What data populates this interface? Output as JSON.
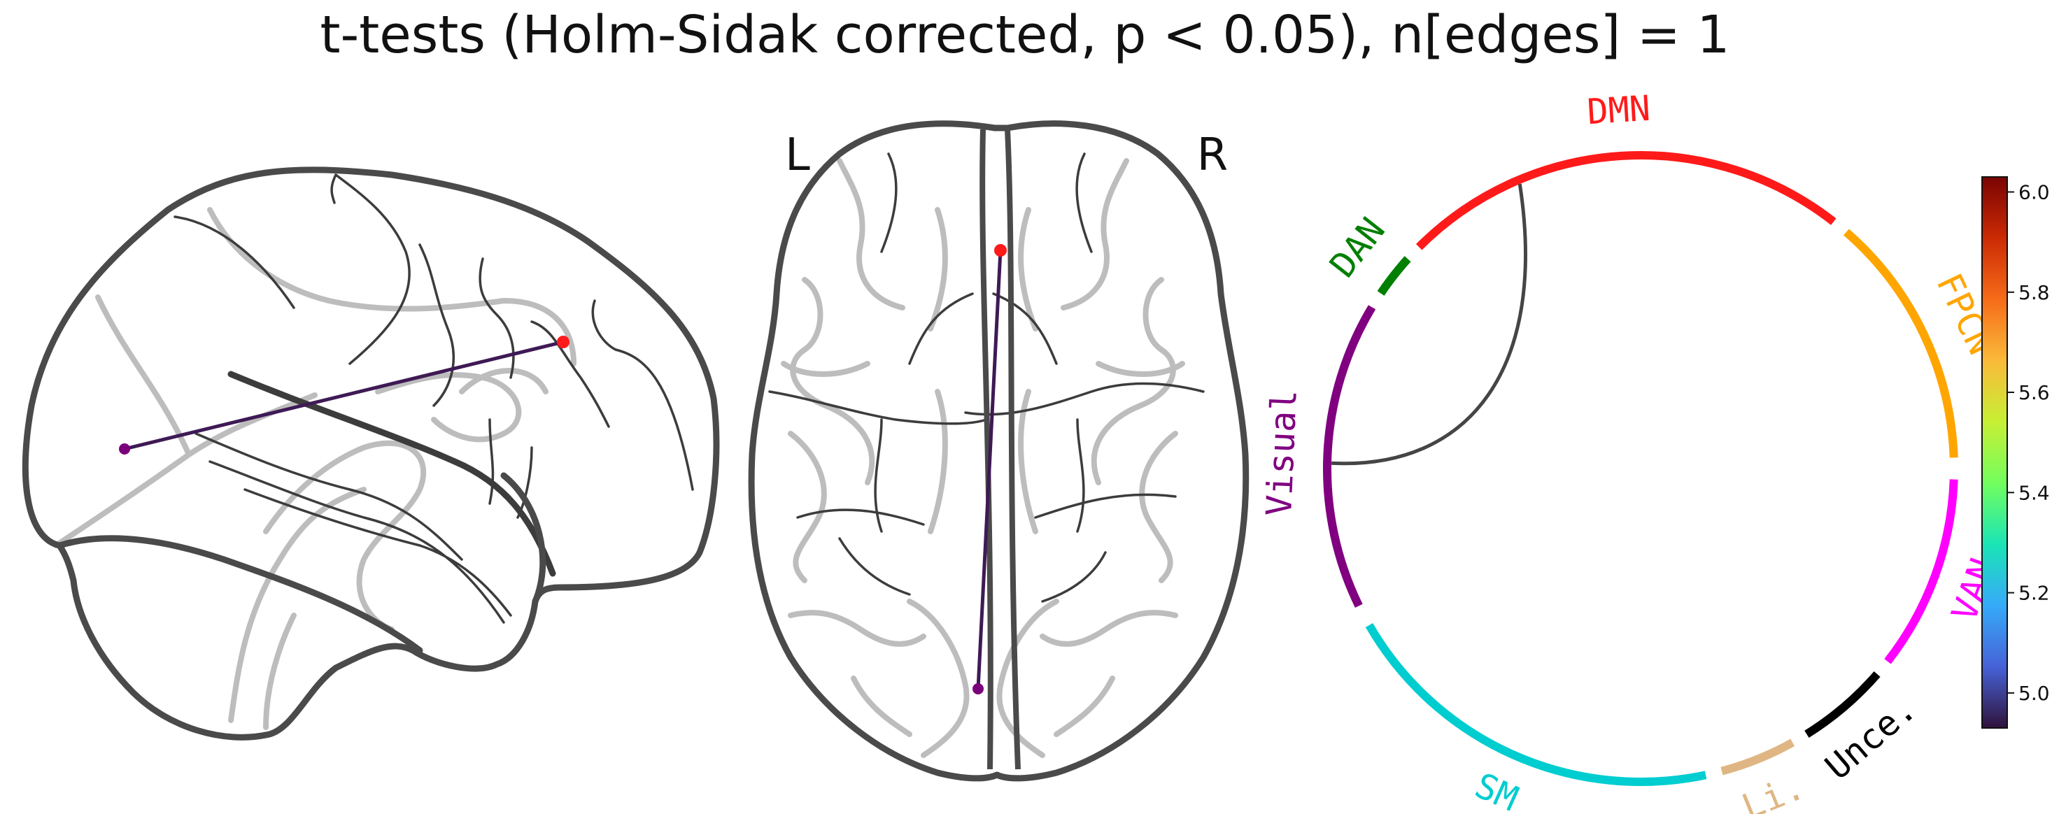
{
  "title": "t-tests (Holm-Sidak corrected, p < 0.05), n[edges] = 1",
  "hemisphere_labels": {
    "left": "L",
    "right": "R"
  },
  "edges_count": 1,
  "networks": [
    {
      "name": "DMN",
      "color": "#ff1a1a"
    },
    {
      "name": "FPCN",
      "color": "#ffa500"
    },
    {
      "name": "VAN",
      "color": "#ff00ff"
    },
    {
      "name": "Unce.",
      "color": "#000000"
    },
    {
      "name": "Li.",
      "color": "#dfb683"
    },
    {
      "name": "SM",
      "color": "#00cdd0"
    },
    {
      "name": "Visual",
      "color": "#800080"
    },
    {
      "name": "DAN",
      "color": "#007f00"
    }
  ],
  "connection": {
    "from_network": "DMN",
    "to_network": "Visual",
    "node_colors": [
      "#ff1a1a",
      "#7b007b"
    ],
    "edge_color": "#3e1a55"
  },
  "colorbar": {
    "ticks": [
      "5.0",
      "5.2",
      "5.4",
      "5.6",
      "5.8",
      "6.0"
    ],
    "colormap": "turbo",
    "colors": [
      "#30123b",
      "#4662d7",
      "#36aaf9",
      "#1ae4b6",
      "#72fe5e",
      "#c7ef34",
      "#faba39",
      "#f66b19",
      "#cb2a04",
      "#7a0403"
    ]
  }
}
